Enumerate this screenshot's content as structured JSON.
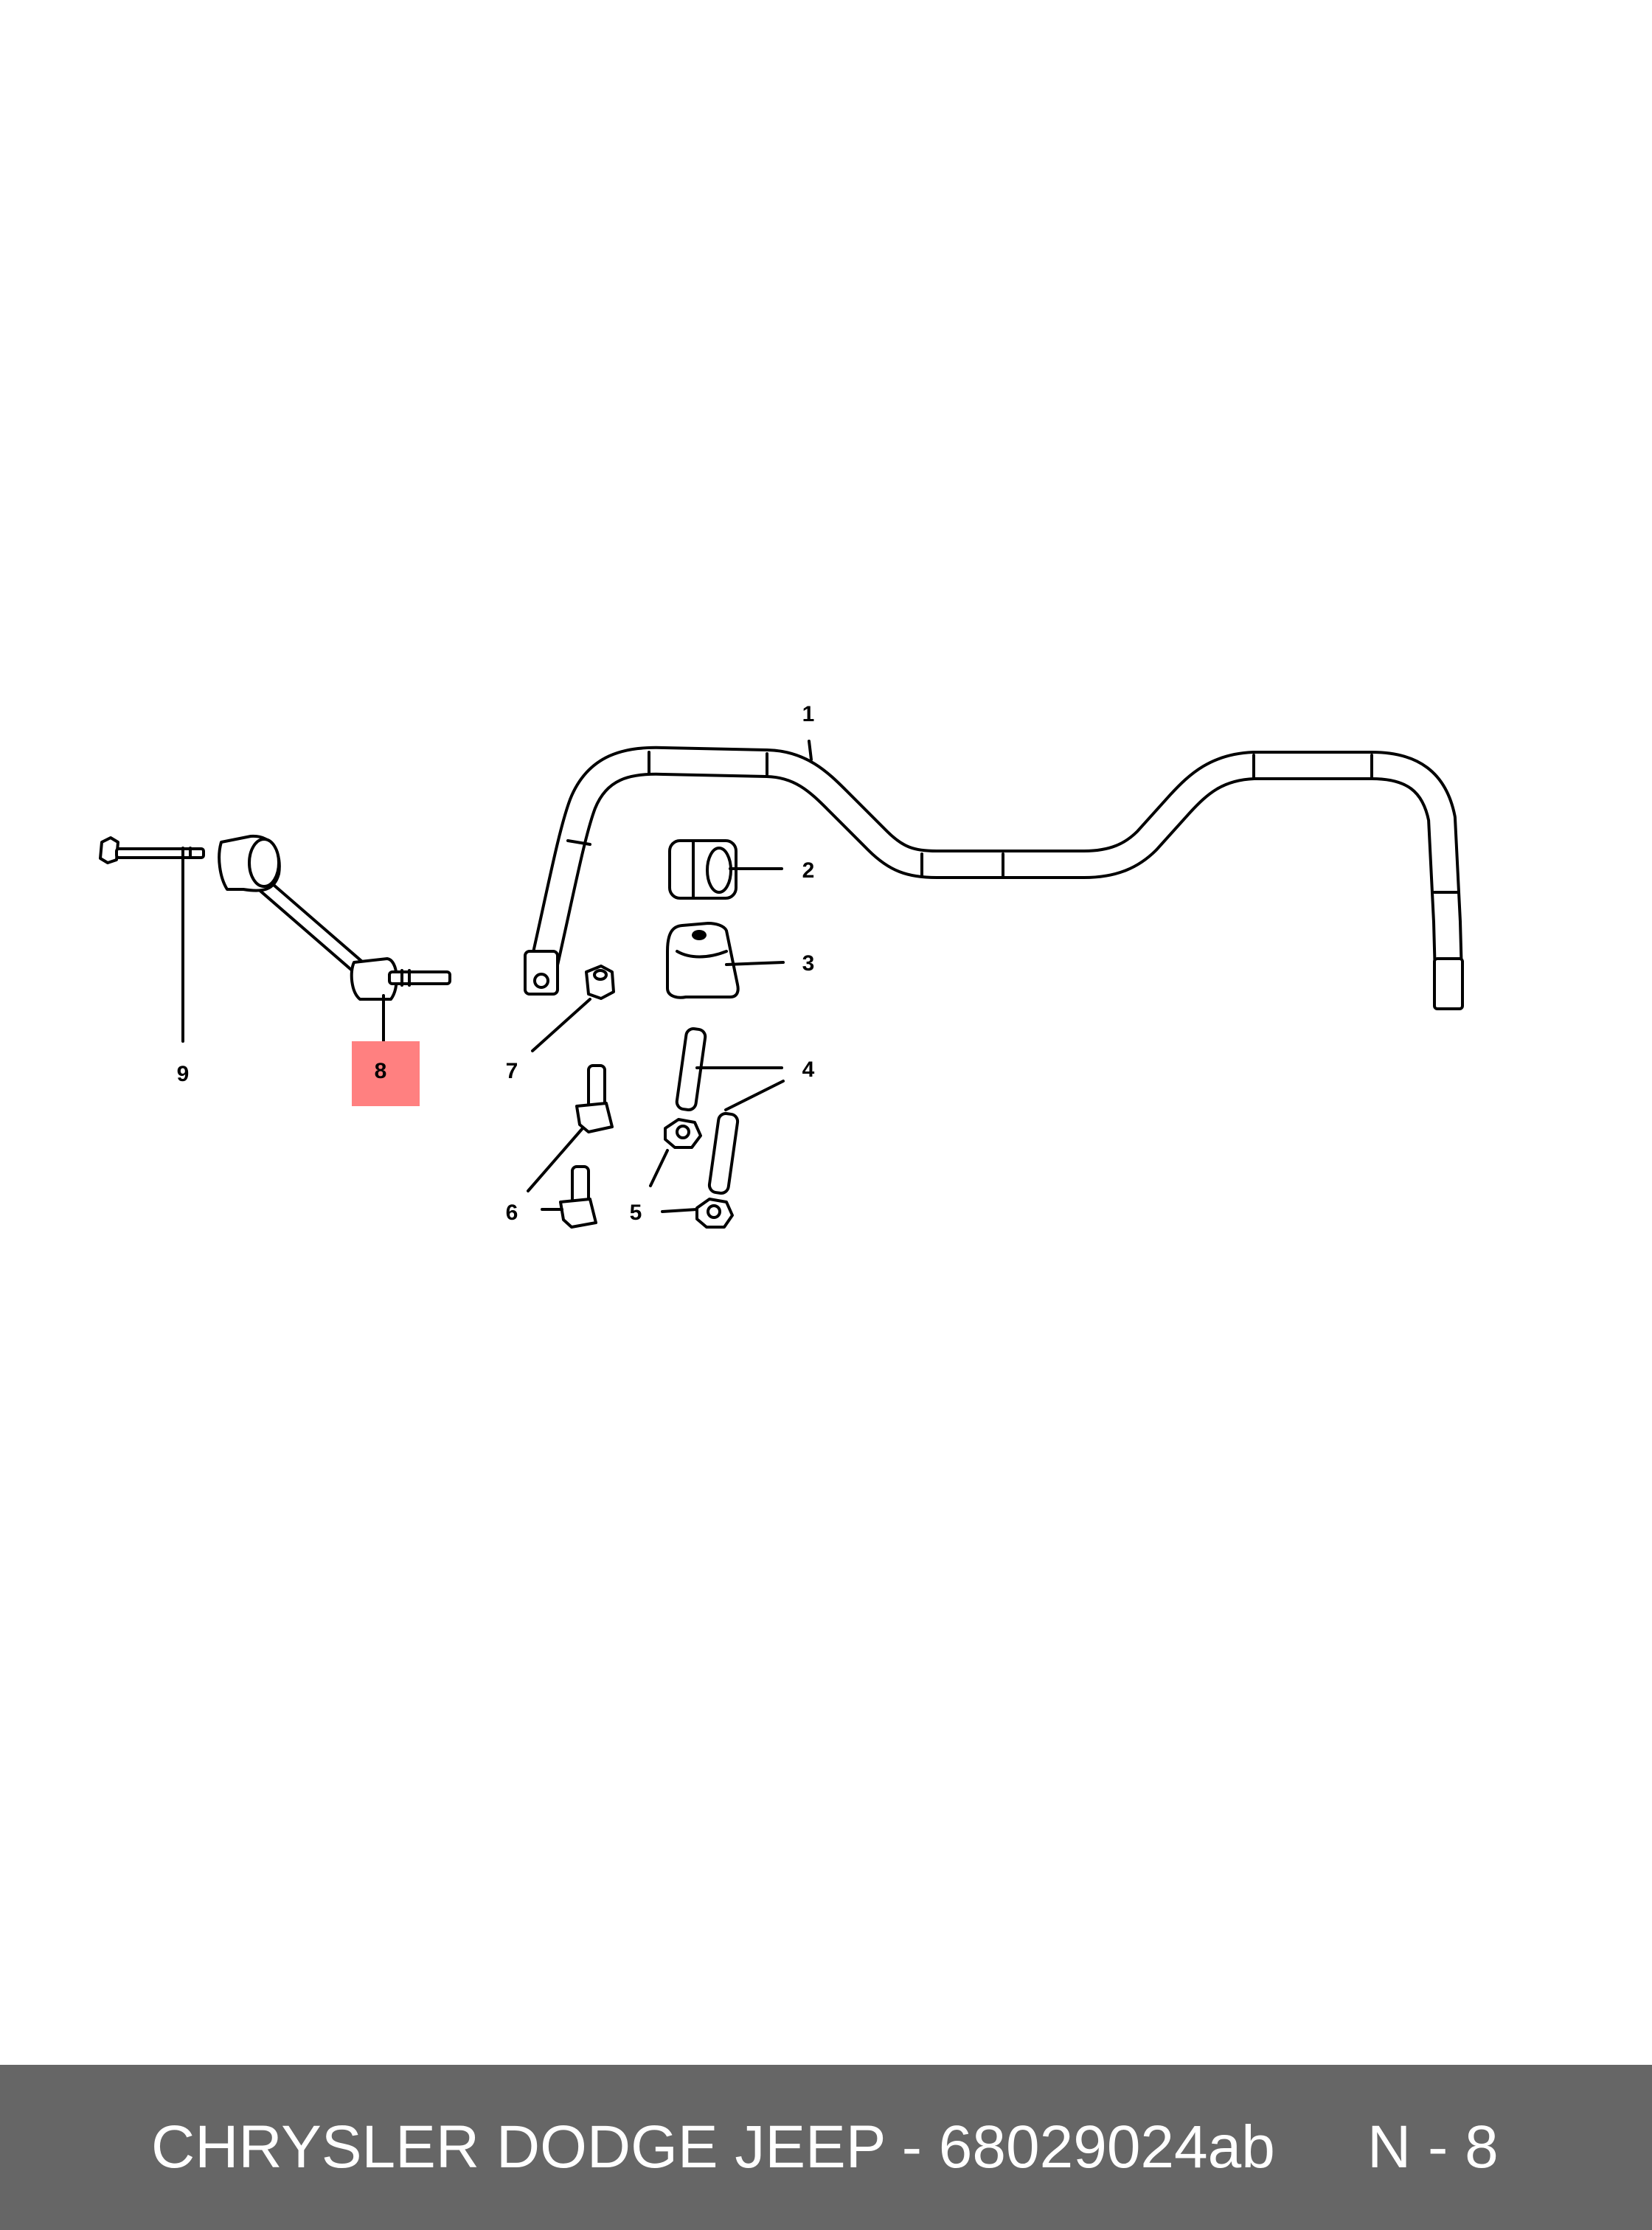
{
  "diagram": {
    "callouts": [
      "1",
      "2",
      "3",
      "4",
      "5",
      "6",
      "7",
      "8",
      "9"
    ],
    "highlighted_callout": "8",
    "highlight_color": "#ff8080"
  },
  "footer": {
    "text": "CHRYSLER DODGE JEEP - 68029024ab",
    "page": "N - 8",
    "background": "#666666",
    "text_color": "#ffffff"
  }
}
